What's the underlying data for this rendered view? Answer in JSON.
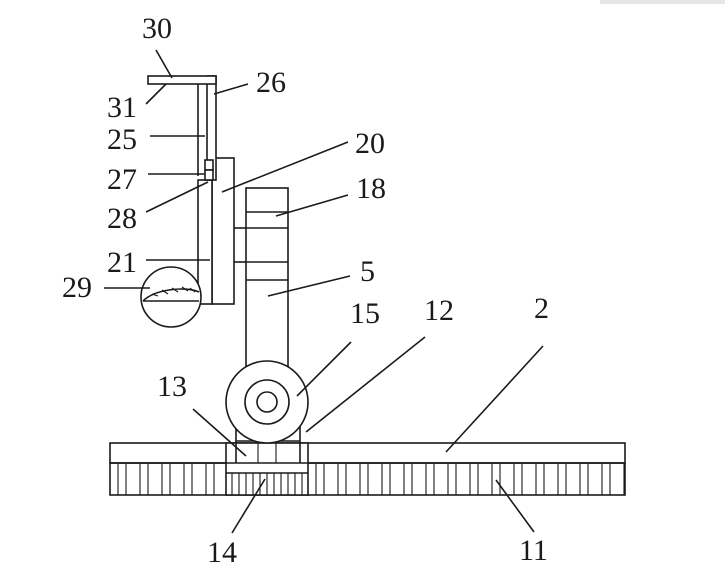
{
  "labels": {
    "l30": "30",
    "l31": "31",
    "l26": "26",
    "l25": "25",
    "l20": "20",
    "l27": "27",
    "l18": "18",
    "l28": "28",
    "l21": "21",
    "l29": "29",
    "l5": "5",
    "l15": "15",
    "l12": "12",
    "l2": "2",
    "l13": "13",
    "l14": "14",
    "l11": "11"
  },
  "colors": {
    "line": "#1a1a1a",
    "background": "#ffffff"
  }
}
